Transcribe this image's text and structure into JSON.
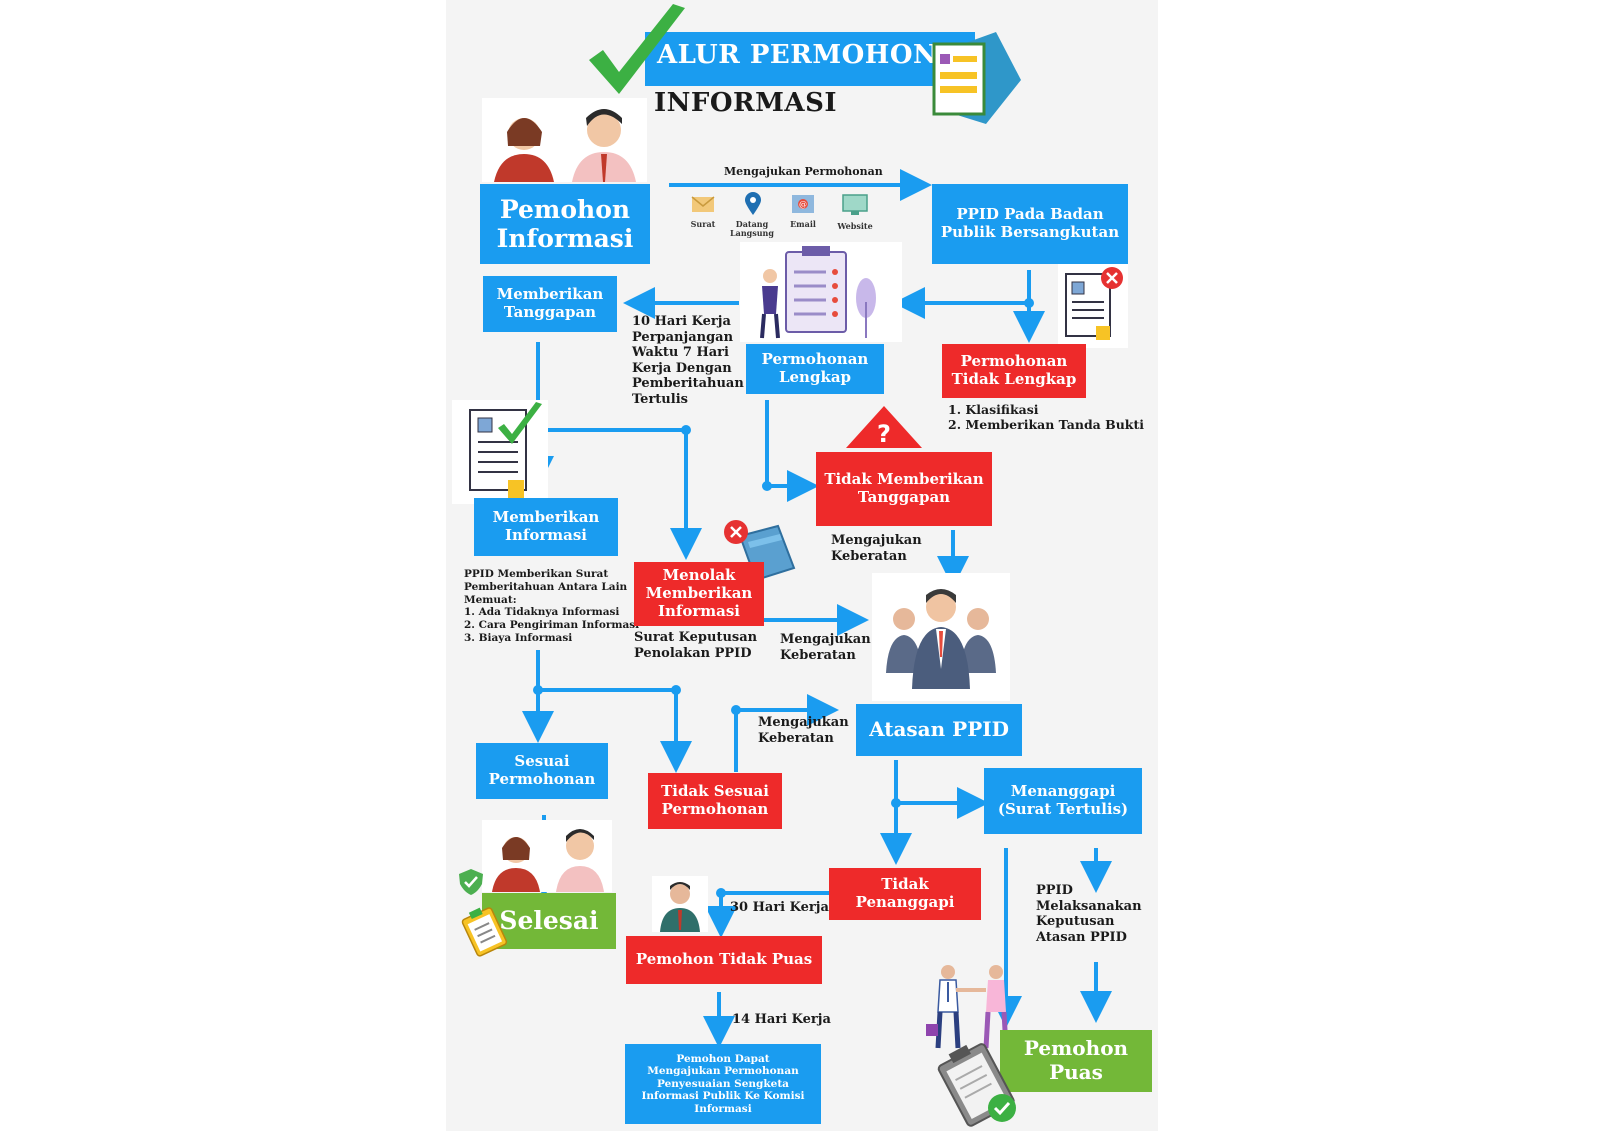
{
  "title": {
    "line1": "ALUR PERMOHONAN",
    "line2": "INFORMASI"
  },
  "colors": {
    "blue": "#1a9cf0",
    "red": "#ee2a2a",
    "green": "#73b838",
    "arrow": "#1a9cf0"
  },
  "nodes": {
    "pemohon_informasi": "Pemohon Informasi",
    "ppid_badan_publik": "PPID Pada Badan Publik Bersangkutan",
    "memberikan_tanggapan": "Memberikan Tanggapan",
    "permohonan_lengkap": "Permohonan Lengkap",
    "permohonan_tidak_lengkap": "Permohonan Tidak Lengkap",
    "tidak_memberikan_tanggapan": "Tidak Memberikan Tanggapan",
    "memberikan_informasi": "Memberikan Informasi",
    "menolak_memberikan_informasi": "Menolak Memberikan Informasi",
    "atasan_ppid": "Atasan PPID",
    "sesuai_permohonan": "Sesuai Permohonan",
    "tidak_sesuai_permohonan": "Tidak Sesuai Permohonan",
    "menanggapi": "Menanggapi (Surat Tertulis)",
    "tidak_penanggapi": "Tidak Penanggapi",
    "selesai": "Selesai",
    "pemohon_tidak_puas": "Pemohon Tidak Puas",
    "pemohon_puas": "Pemohon Puas",
    "komisi_informasi": "Pemohon Dapat Mengajukan Permohonan Penyesuaian Sengketa Informasi Publik Ke Komisi Informasi"
  },
  "labels": {
    "mengajukan_permohonan": "Mengajukan Permohonan",
    "hari_kerja_10": "10 Hari Kerja Perpanjangan Waktu 7 Hari Kerja Dengan Pemberitahuan Tertulis",
    "keberatan_1": "Mengajukan Keberatan",
    "keberatan_2": "Mengajukan Keberatan",
    "keberatan_3": "Mengajukan Keberatan",
    "surat_keputusan": "Surat Keputusan Penolakan PPID",
    "hari_kerja_30": "30 Hari Kerja",
    "hari_kerja_14": "14 Hari Kerja",
    "ppid_melaksanakan": "PPID Melaksanakan Keputusan Atasan PPID"
  },
  "channels": [
    {
      "label": "Surat",
      "icon": "envelope-icon"
    },
    {
      "label": "Datang Langsung",
      "icon": "location-pin-icon"
    },
    {
      "label": "Email",
      "icon": "email-icon"
    },
    {
      "label": "Website",
      "icon": "website-icon"
    }
  ],
  "tidak_lengkap_list": [
    "1. Klasifikasi",
    "2. Memberikan Tanda Bukti"
  ],
  "surat_pemberitahuan": {
    "heading": "PPID Memberikan Surat Pemberitahuan Antara Lain Memuat:",
    "items": [
      "1. Ada Tidaknya Informasi",
      "2. Cara Pengiriman Informasi",
      "3. Biaya Informasi"
    ]
  }
}
